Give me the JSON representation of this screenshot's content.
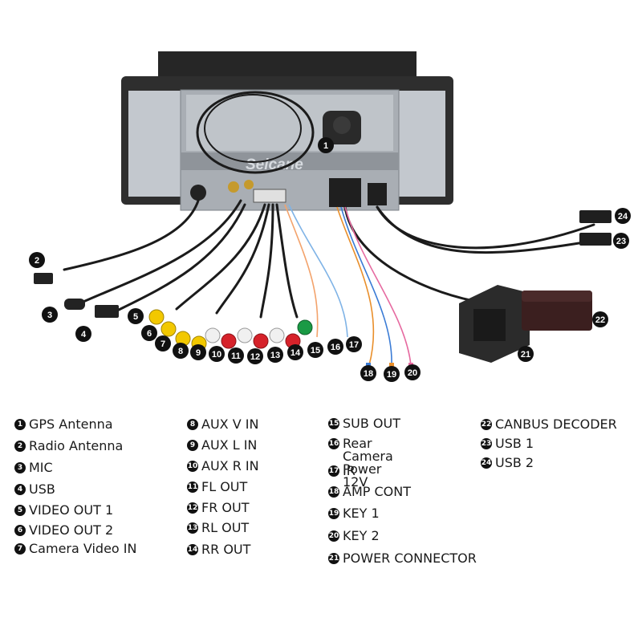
{
  "brand": "Seicane",
  "callouts": [
    "1",
    "2",
    "3",
    "4",
    "5",
    "6",
    "7",
    "8",
    "9",
    "10",
    "11",
    "12",
    "13",
    "14",
    "15",
    "16",
    "17",
    "18",
    "19",
    "20",
    "21",
    "22",
    "23",
    "24"
  ],
  "legend": [
    {
      "num": "1",
      "label": "GPS Antenna"
    },
    {
      "num": "2",
      "label": "Radio Antenna"
    },
    {
      "num": "3",
      "label": "MIC"
    },
    {
      "num": "4",
      "label": "USB"
    },
    {
      "num": "5",
      "label": "VIDEO OUT 1"
    },
    {
      "num": "6",
      "label": "VIDEO OUT 2"
    },
    {
      "num": "7",
      "label": "Camera Video IN"
    },
    {
      "num": "8",
      "label": "AUX V IN"
    },
    {
      "num": "9",
      "label": "AUX L IN"
    },
    {
      "num": "10",
      "label": "AUX R IN"
    },
    {
      "num": "11",
      "label": "FL OUT"
    },
    {
      "num": "12",
      "label": "FR OUT"
    },
    {
      "num": "13",
      "label": "RL OUT"
    },
    {
      "num": "14",
      "label": "RR OUT"
    },
    {
      "num": "15",
      "label": "SUB OUT"
    },
    {
      "num": "16",
      "label": "Rear Camera\nPower 12V"
    },
    {
      "num": "17",
      "label": "IR"
    },
    {
      "num": "18",
      "label": "AMP CONT"
    },
    {
      "num": "19",
      "label": "KEY 1"
    },
    {
      "num": "20",
      "label": "KEY 2"
    },
    {
      "num": "21",
      "label": "POWER CONNECTOR"
    },
    {
      "num": "22",
      "label": "CANBUS DECODER"
    },
    {
      "num": "23",
      "label": "USB 1"
    },
    {
      "num": "24",
      "label": "USB 2"
    }
  ],
  "colors": {
    "unit_dark": "#2a2a2a",
    "unit_panel": "#b9bec4",
    "cable": "#1b1b1b",
    "rca_yellow": "#f2c800",
    "rca_white": "#f0f0f0",
    "rca_red": "#d6222a",
    "rca_green": "#1a9a45",
    "callout": "#111111"
  }
}
